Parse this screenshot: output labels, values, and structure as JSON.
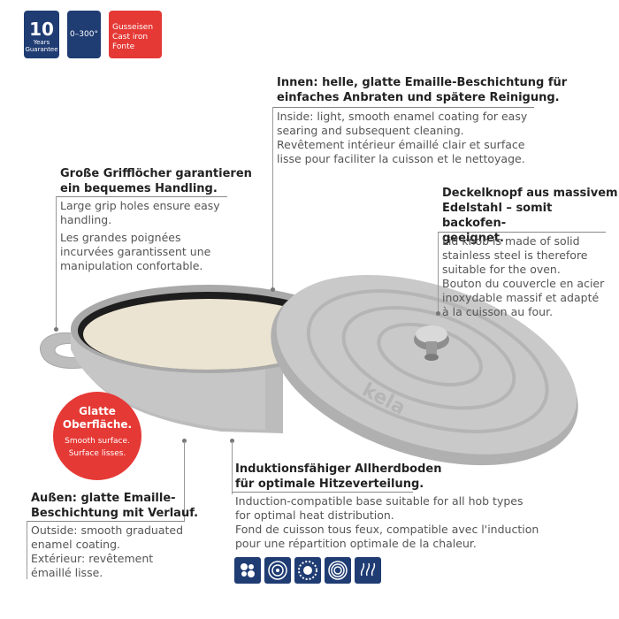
{
  "badges": {
    "warranty_number": "10",
    "warranty_line1": "Years",
    "warranty_line2": "Guarantee",
    "temperature": "0–300°",
    "material_de": "Gusseisen",
    "material_en": "Cast iron",
    "material_fr": "Fonte"
  },
  "interior": {
    "heading_line1": "Innen: helle, glatte Emaille-Beschichtung für",
    "heading_line2": "einfaches Anbraten und spätere Reinigung.",
    "text_line1": "Inside: light, smooth enamel coating for easy",
    "text_line2": "searing and subsequent cleaning.",
    "text_line3": "Revêtement intérieur émaillé clair et surface",
    "text_line4": "lisse pour faciliter la cuisson et le nettoyage."
  },
  "handles": {
    "heading_line1": "Große Grifflöcher garantieren",
    "heading_line2": "ein bequemes Handling.",
    "text_line1": "Large grip holes ensure easy",
    "text_line2": "handling.",
    "text_line3": "Les grandes poignées",
    "text_line4": "incurvées garantissent une",
    "text_line5": "manipulation confortable."
  },
  "knob": {
    "heading_line1": "Deckelknopf aus massivem",
    "heading_line2": "Edelstahl – somit backofen-",
    "heading_line3": "geeignet.",
    "text_line1": "Lid knob is made of solid",
    "text_line2": "stainless steel is therefore",
    "text_line3": "suitable for the oven.",
    "text_line4": "Bouton du couvercle en acier",
    "text_line5": "inoxydable massif et adapté",
    "text_line6": "à la cuisson au four."
  },
  "surface": {
    "heading_line1": "Glatte",
    "heading_line2": "Oberfläche.",
    "text_en": "Smooth surface.",
    "text_fr": "Surface lisses."
  },
  "base": {
    "heading_line1": "Induktionsfähiger Allherdboden",
    "heading_line2": "für optimale Hitzeverteilung.",
    "text_line1": "Induction-compatible base suitable for all hob types",
    "text_line2": "for optimal heat distribution.",
    "text_line3": "Fond de cuisson tous feux, compatible avec l'induction",
    "text_line4": "pour une répartition optimale de la chaleur."
  },
  "exterior": {
    "heading_line1": "Außen: glatte Emaille-",
    "heading_line2": "Beschichtung mit Verlauf.",
    "text_line1": "Outside: smooth graduated",
    "text_line2": "enamel coating.",
    "text_line3": "Extérieur: revêtement",
    "text_line4": "émaillé lisse."
  },
  "product": {
    "brand_embossed": "kela"
  },
  "hob_icons": [
    "ceramic-hob-icon",
    "electric-plate-icon",
    "gas-hob-icon",
    "induction-hob-icon",
    "oven-icon"
  ],
  "colors": {
    "navy": "#1f3c73",
    "red": "#e53935",
    "pot_grey": "#b9b9b9",
    "enamel_cream": "#ece4d2"
  }
}
